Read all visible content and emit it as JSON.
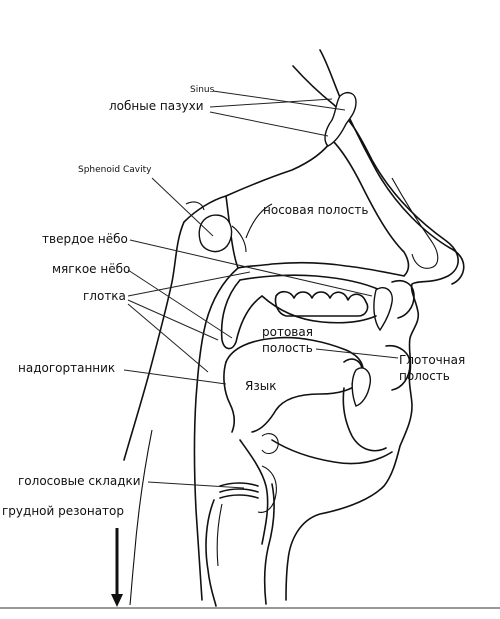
{
  "labels": {
    "sinus": "Sinus",
    "frontal_sinuses": "лобные пазухи",
    "sphenoid_cavity": "Sphenoid Cavity",
    "nasal_cavity": "носовая полость",
    "hard_palate": "твердое нёбо",
    "soft_palate": "мягкое нёбо",
    "pharynx": "глотка",
    "oral_cavity_1": "ротовая",
    "oral_cavity_2": "полость",
    "pharyngeal_cavity_1": "Глоточная",
    "pharyngeal_cavity_2": "полость",
    "epiglottis": "надогортанник",
    "tongue": "Язык",
    "vocal_folds": "голосовые складки",
    "chest_resonator": "грудной резонатор"
  }
}
